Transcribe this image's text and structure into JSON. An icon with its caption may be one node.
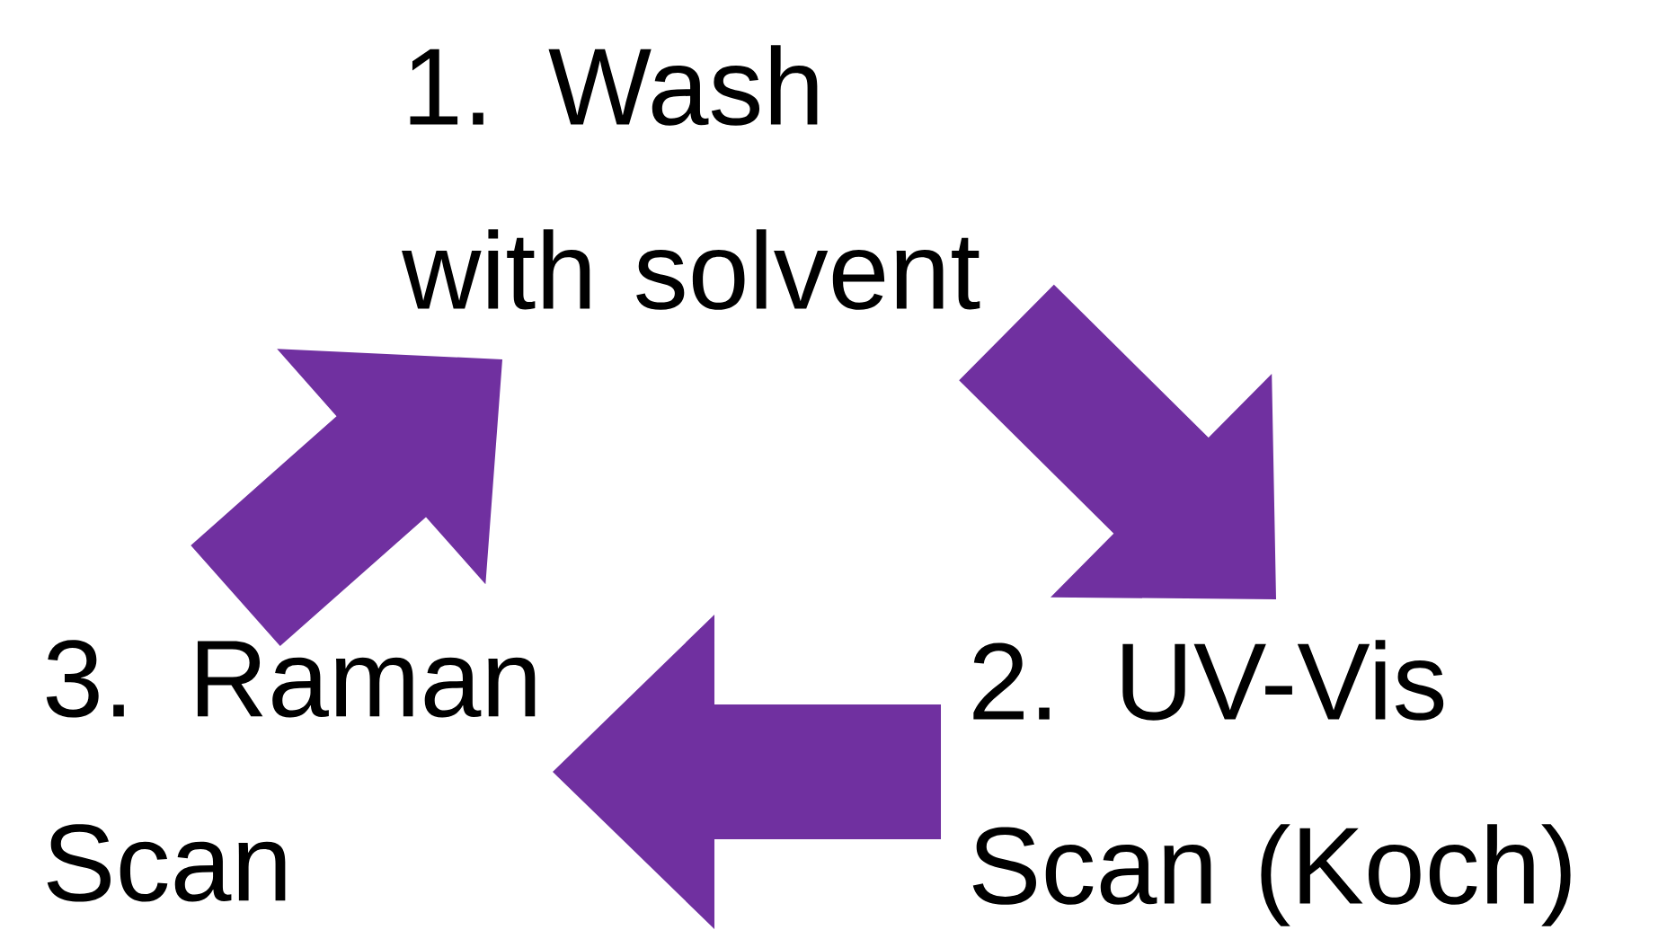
{
  "diagram": {
    "nodes": [
      {
        "text": [
          "1. Wash with solvent"
        ]
      },
      {
        "text": [
          "2. UV-Vis Scan (Koch)"
        ]
      },
      {
        "text": [
          "3. Raman Scan"
        ]
      }
    ],
    "edges": [
      {
        "from": 0,
        "to": 1,
        "arrow": "to",
        "color": "#7030a0"
      },
      {
        "from": 1,
        "to": 2,
        "arrow": "to",
        "color": "#7030a0"
      },
      {
        "from": 2,
        "to": 0,
        "arrow": "to",
        "color": "#7030a0"
      }
    ]
  }
}
